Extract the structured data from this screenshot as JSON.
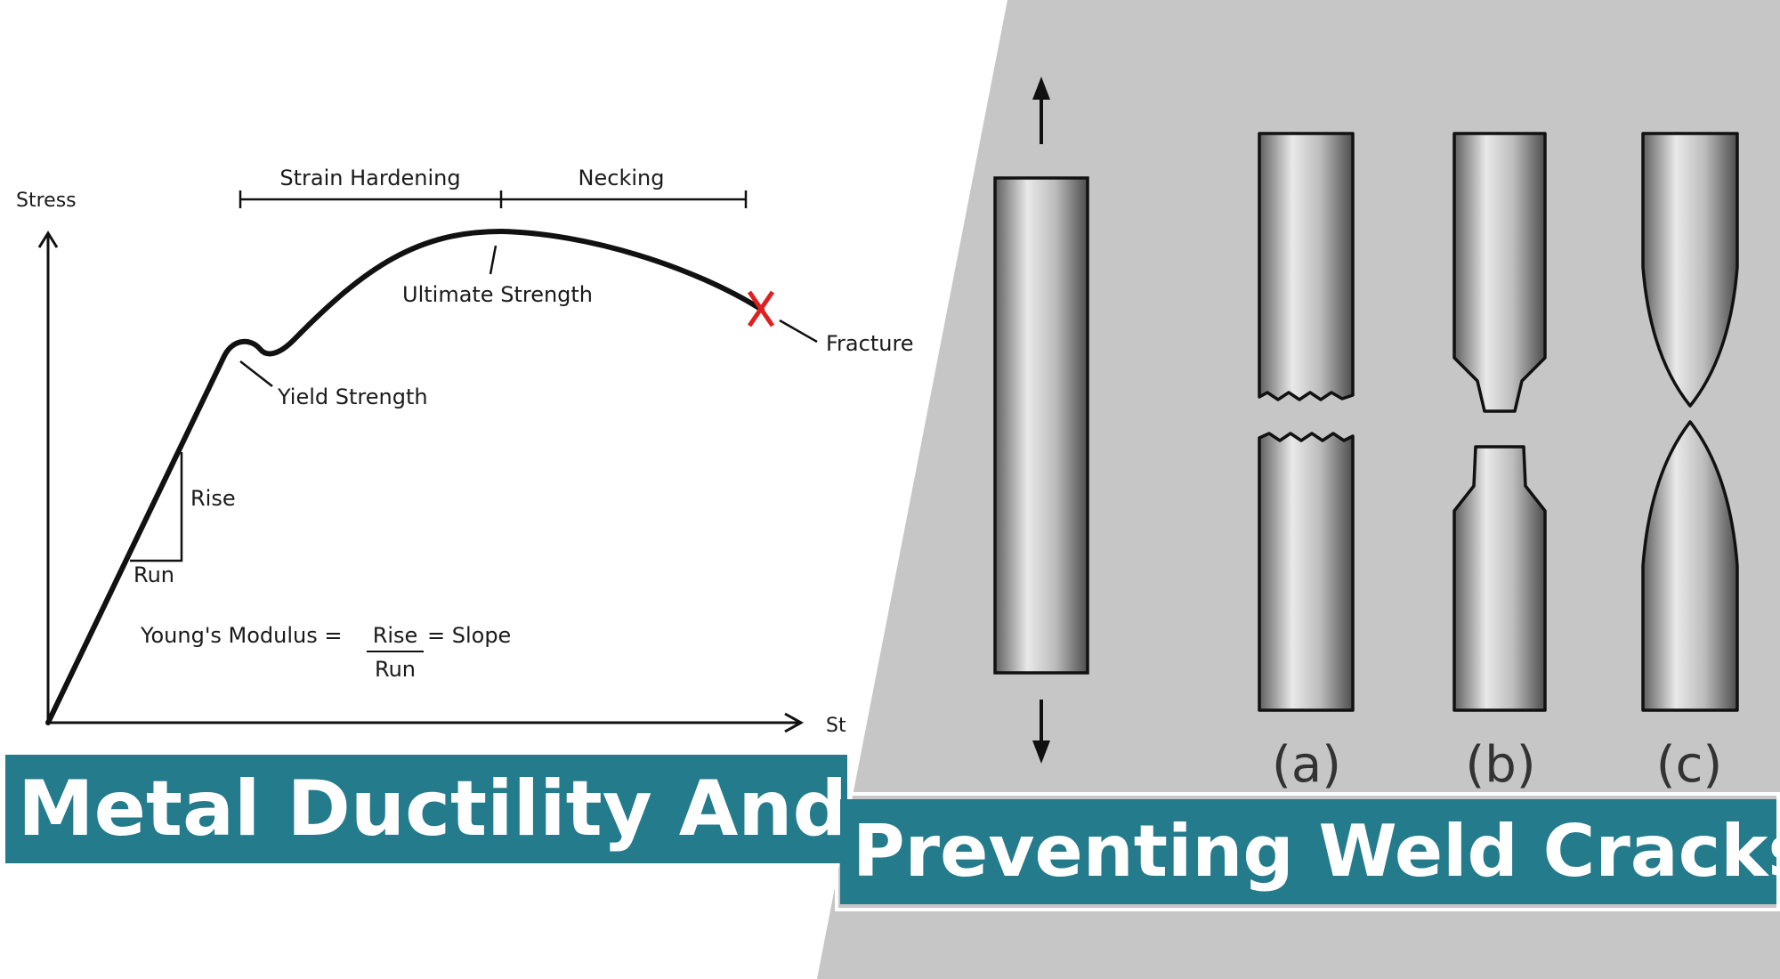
{
  "diagram": {
    "y_axis_label": "Stress",
    "x_axis_label": "St",
    "strain_hardening": "Strain Hardening",
    "necking": "Necking",
    "ultimate_strength": "Ultimate Strength",
    "fracture": "Fracture",
    "yield_strength": "Yield Strength",
    "rise": "Rise",
    "run": "Run",
    "formula_left": "Young's Modulus =",
    "formula_num": "Rise",
    "formula_den": "Run",
    "formula_right": "= Slope"
  },
  "specimens": {
    "label_a": "(a)",
    "label_b": "(b)",
    "label_c": "(c)"
  },
  "banner": {
    "line1": "Metal Ductility And",
    "line2": "Preventing Weld Cracks"
  },
  "colors": {
    "banner": "#237b8c",
    "panel_right": "#c6c6c6",
    "fracture_mark": "#e02020"
  }
}
